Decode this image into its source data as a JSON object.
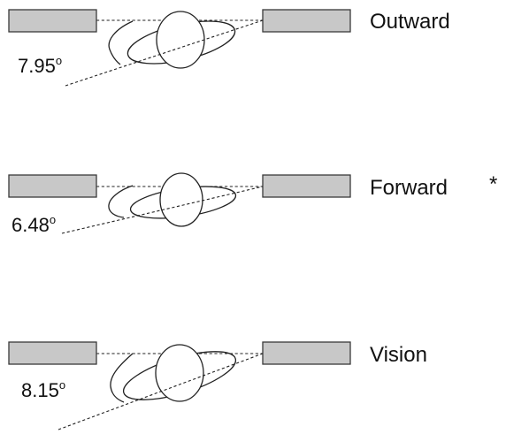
{
  "panels": [
    {
      "condition": "Outward",
      "angle": "7.95",
      "degree_symbol": "o",
      "marker": ""
    },
    {
      "condition": "Forward",
      "angle": "6.48",
      "degree_symbol": "o",
      "marker": "*"
    },
    {
      "condition": "Vision",
      "angle": "8.15",
      "degree_symbol": "o",
      "marker": ""
    }
  ],
  "colors": {
    "bar_fill": "#c8c8c8",
    "line": "#222222",
    "text": "#111111"
  }
}
